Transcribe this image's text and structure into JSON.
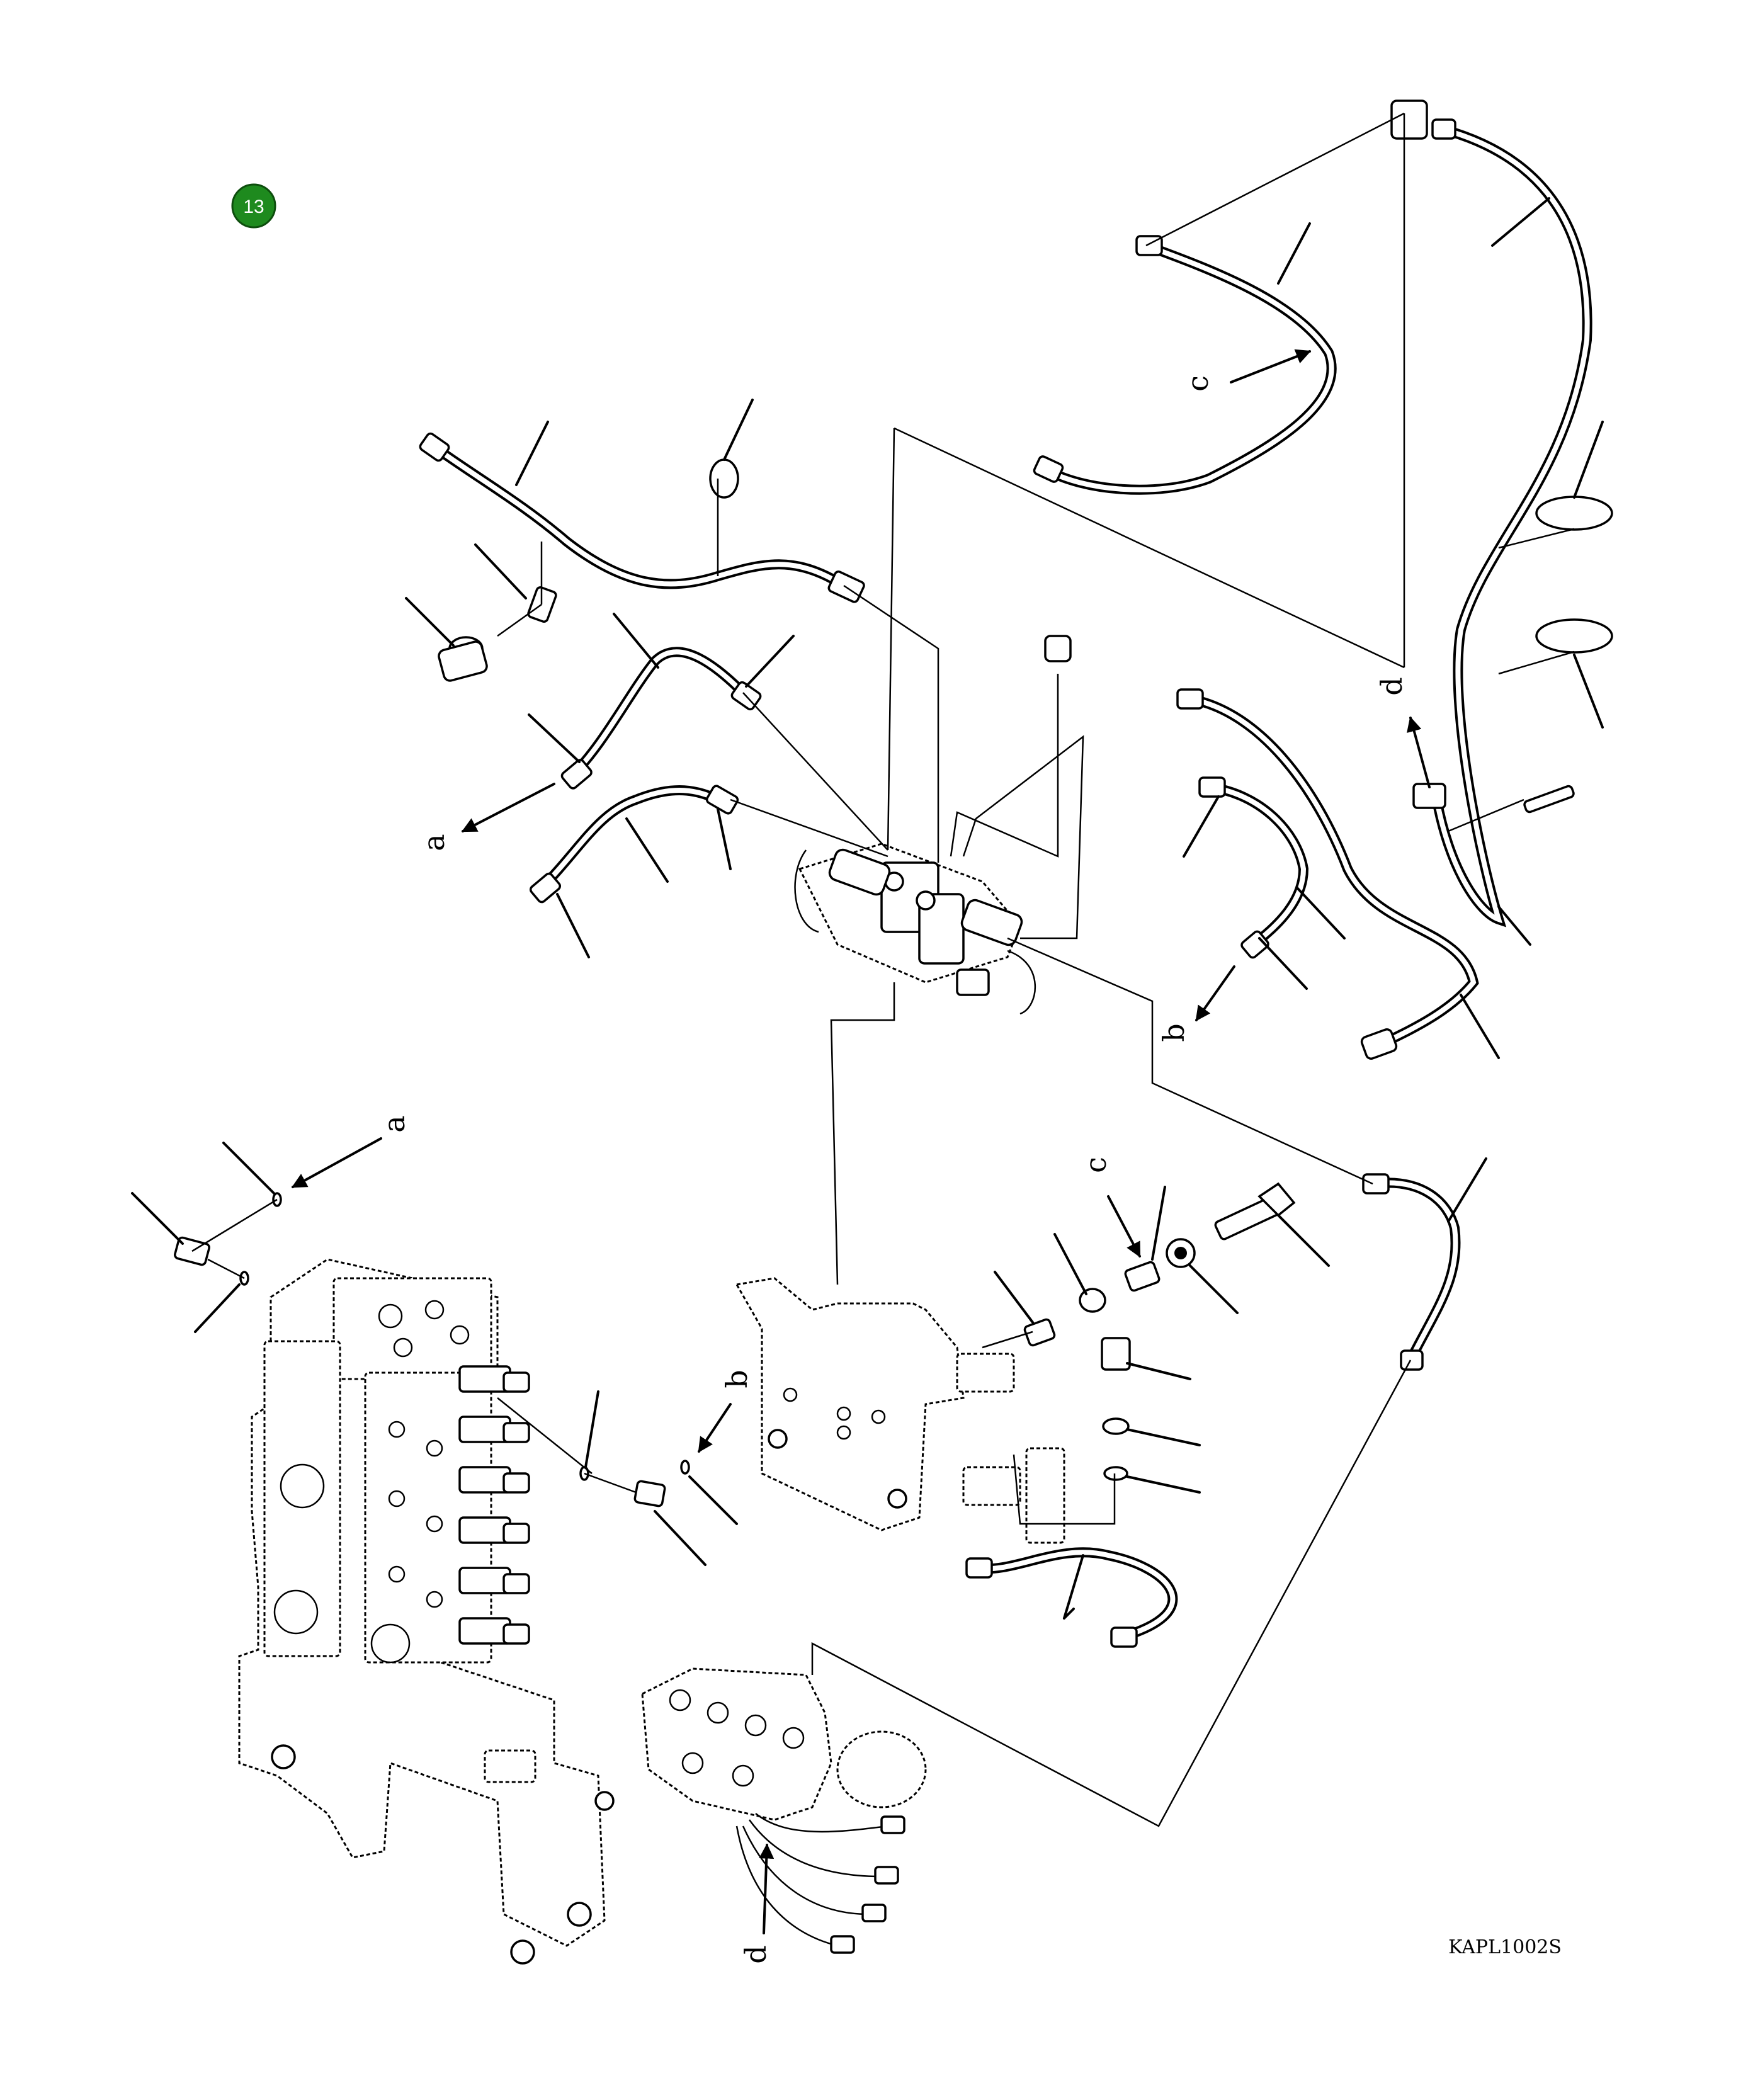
{
  "badge": {
    "number": "13",
    "color": "#1e8a1e"
  },
  "labels": {
    "a_upper": "a",
    "a_lower": "a",
    "b_upper": "b",
    "b_lower": "b",
    "c_upper": "c",
    "c_lower": "c",
    "d_upper": "d",
    "d_lower": "d"
  },
  "drawing_code": "KAPL1002S"
}
